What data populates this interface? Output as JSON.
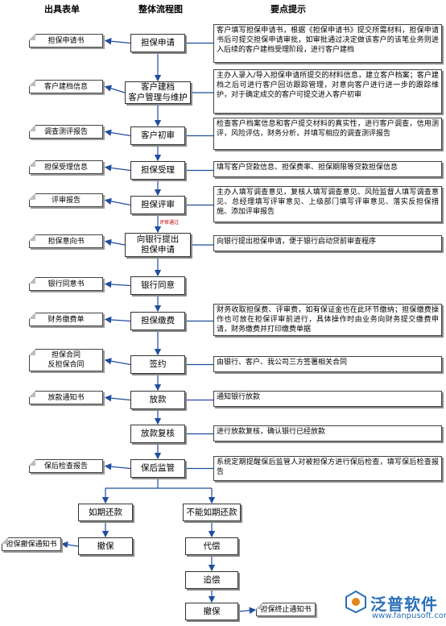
{
  "headers": {
    "forms": "出具表单",
    "flow": "整体流程图",
    "tips": "要点提示"
  },
  "steps": [
    {
      "label": "担保申请",
      "form": "担保申请书",
      "note": "客户填写担保申请书，根据《担保申请书》提交所需材料，担保申请书后可提交担保申请审批，如审批通过决定做该客户的该笔业务则进入后续的客户建档受理阶段，进行客户建档"
    },
    {
      "label": "客户建档\n客户管理与维护",
      "form": "客户建档信息",
      "note": "主办人录入/导入担保申请所提交的材料信息，建立客户档案；客户建档之后可进行客户回访跟踪管理，对意向客户进行进一步的跟踪维护，对于确定成交的客户可提交进入客户初审"
    },
    {
      "label": "客户初审",
      "form": "调查测评报告",
      "note": "检查客户档案信息和客户提交材料的真实性，进行客户调查，信用测评，风险评估，财务分析，并填写相应的调查测评报告"
    },
    {
      "label": "担保受理",
      "form": "担保受理信息",
      "note": "填写客户贷款信息、担保费率、担保期限等贷款担保信息"
    },
    {
      "label": "担保评审",
      "form": "评审报告",
      "note": "主办人填写调查意见，复核人填写调查意见、风险监督人填写调查意见、总经理填写评审意见、上级部门填写评审意见、落实反担保措施、添加评审报告"
    },
    {
      "label": "向银行提出\n担保申请",
      "form": "担保意向书",
      "note": "向银行提出担保申请，便于银行启动贷前审查程序"
    },
    {
      "label": "银行同意",
      "form": "银行同意书",
      "note": ""
    },
    {
      "label": "担保缴费",
      "form": "财务缴费单",
      "note": "财务收取担保费、评审费，如有保证金也在此环节缴纳；担保缴费操作也可放在担保评审前进行，具体操作时由业务向财务提交缴费申请，财务缴费并打印缴费单据"
    },
    {
      "label": "签约",
      "form": "担保合同\n反担保合同",
      "note": "由银行、客户、我公司三方签署相关合同"
    },
    {
      "label": "放款",
      "form": "放款通知书",
      "note": "通知银行放款"
    },
    {
      "label": "放款复核",
      "form": "",
      "note": "进行放款复核，确认银行已经放款"
    },
    {
      "label": "保后监管",
      "form": "保后检查报告",
      "note": "系统定期提醒保后监管人对被担保方进行保后检查，填写保后检查报告"
    }
  ],
  "flow_label_passed": "评审通过",
  "branches": {
    "left": {
      "label": "如期还款",
      "end": "撤保",
      "form": "担保撤保通知书"
    },
    "right": {
      "label": "不能如期还款",
      "steps": [
        "代偿",
        "追偿",
        "撤保"
      ],
      "form": "担保终止通知书"
    }
  },
  "brand": {
    "name": "泛普软件",
    "url": "www.fanpusoft.com",
    "color": "#2b6fb8"
  }
}
